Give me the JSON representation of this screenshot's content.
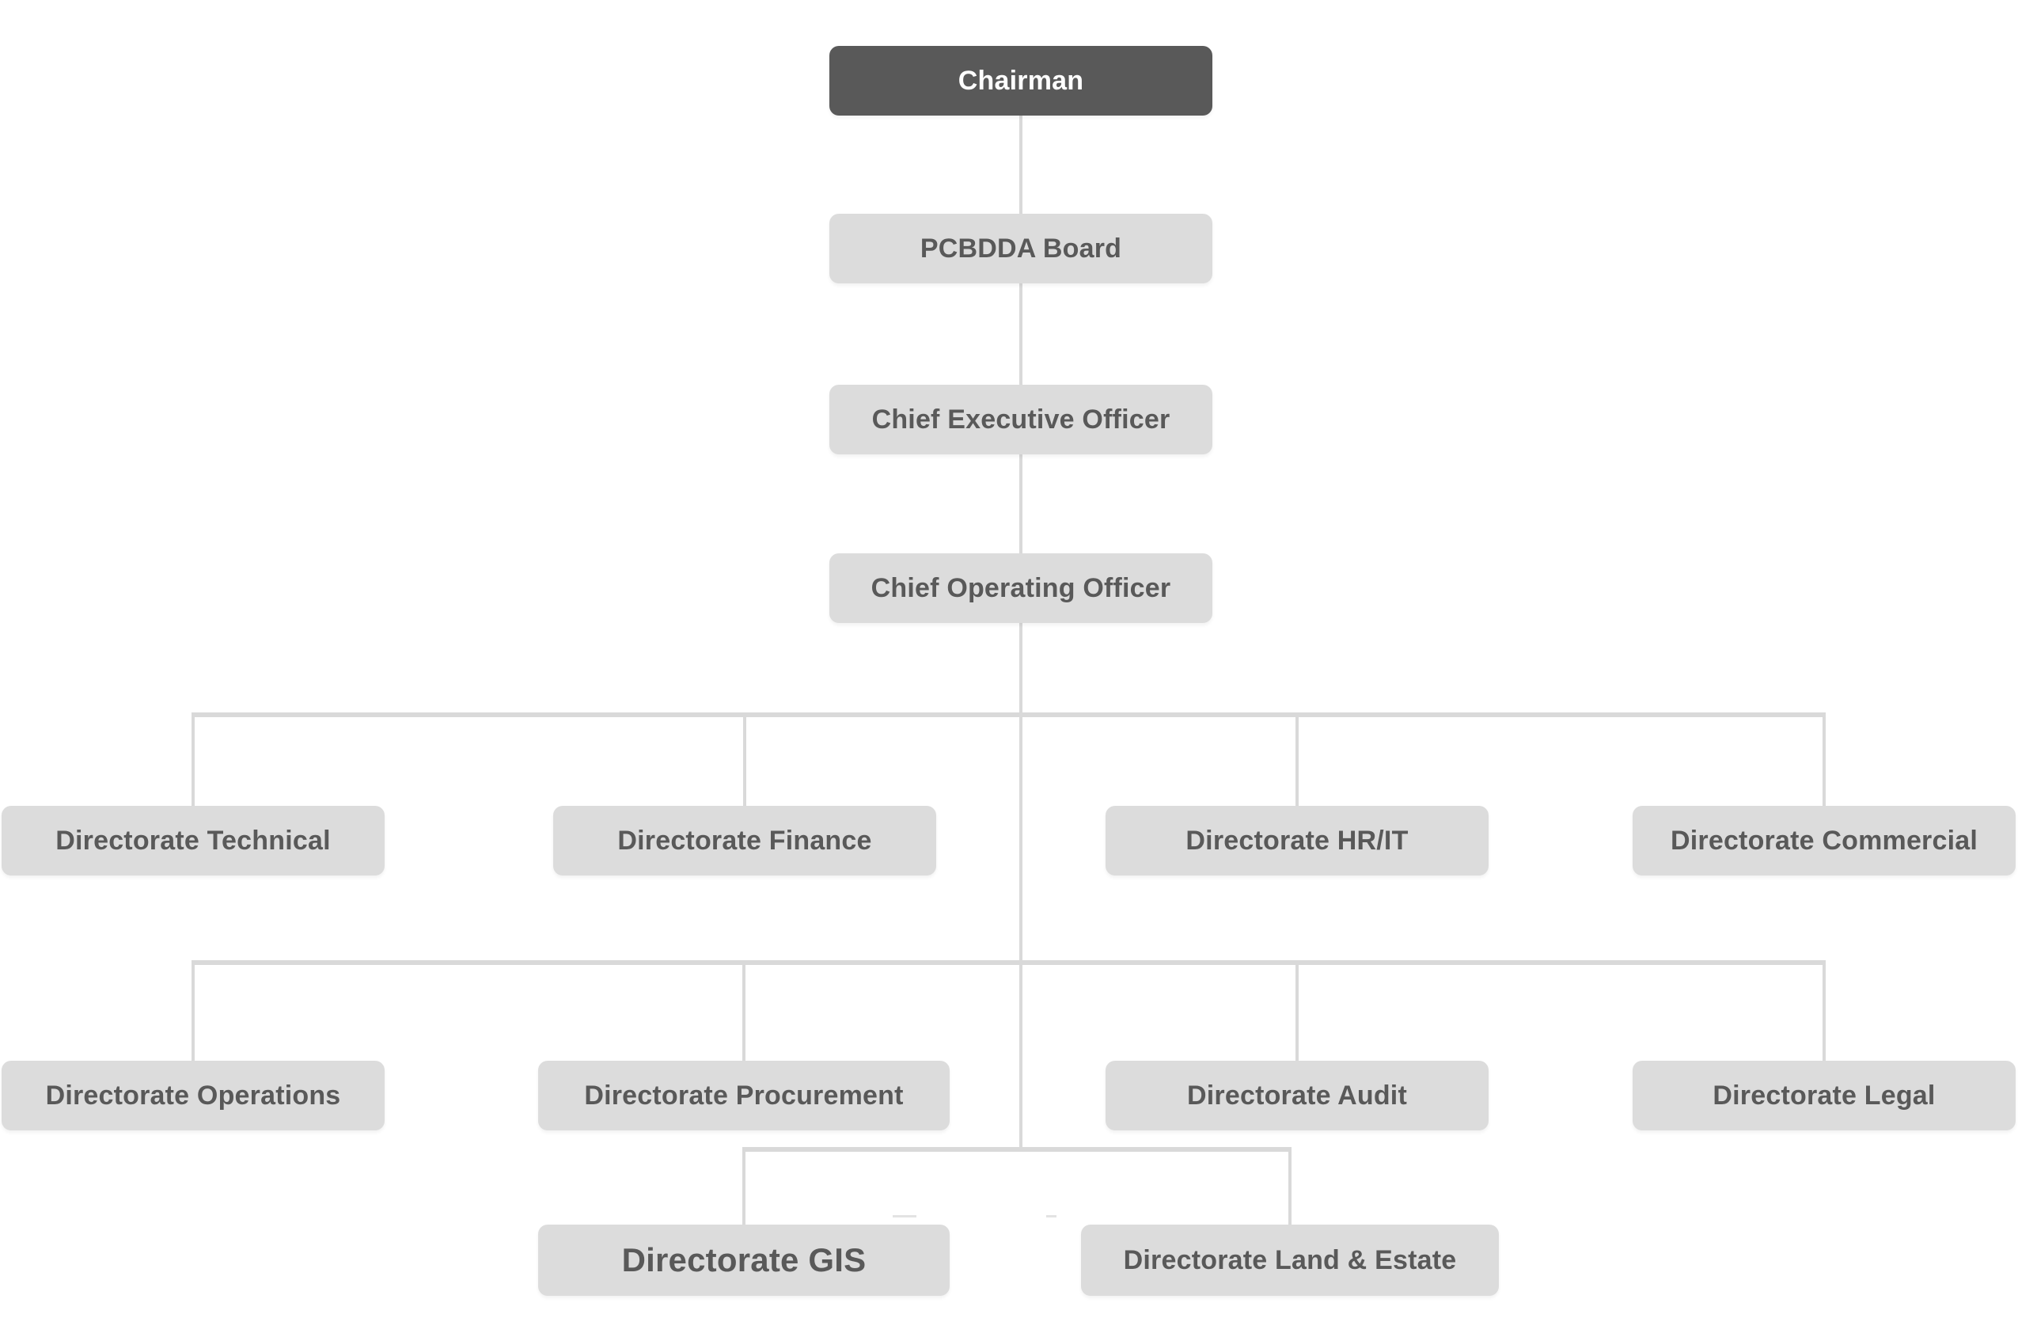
{
  "diagram_type": "org-chart",
  "colors": {
    "node_dark_bg": "#595959",
    "node_dark_text": "#ffffff",
    "node_light_bg": "#dcdcdc",
    "node_text": "#595959",
    "connector": "#d9d9d9"
  },
  "nodes": {
    "chairman": {
      "label": "Chairman"
    },
    "board": {
      "label": "PCBDDA Board"
    },
    "ceo": {
      "label": "Chief Executive Officer"
    },
    "coo": {
      "label": "Chief Operating Officer"
    },
    "row1": [
      {
        "label": "Directorate Technical"
      },
      {
        "label": "Directorate Finance"
      },
      {
        "label": "Directorate HR/IT"
      },
      {
        "label": "Directorate Commercial"
      }
    ],
    "row2": [
      {
        "label": "Directorate Operations"
      },
      {
        "label": "Directorate Procurement"
      },
      {
        "label": "Directorate Audit"
      },
      {
        "label": "Directorate Legal"
      }
    ],
    "row3": [
      {
        "label": "Directorate GIS"
      },
      {
        "label": "Directorate Land & Estate"
      }
    ]
  },
  "hierarchy": {
    "edges": [
      [
        "Chairman",
        "PCBDDA Board"
      ],
      [
        "PCBDDA Board",
        "Chief Executive Officer"
      ],
      [
        "Chief Executive Officer",
        "Chief Operating Officer"
      ],
      [
        "Chief Operating Officer",
        "Directorate Technical"
      ],
      [
        "Chief Operating Officer",
        "Directorate Finance"
      ],
      [
        "Chief Operating Officer",
        "Directorate HR/IT"
      ],
      [
        "Chief Operating Officer",
        "Directorate Commercial"
      ],
      [
        "Chief Operating Officer",
        "Directorate Operations"
      ],
      [
        "Chief Operating Officer",
        "Directorate Procurement"
      ],
      [
        "Chief Operating Officer",
        "Directorate Audit"
      ],
      [
        "Chief Operating Officer",
        "Directorate Legal"
      ],
      [
        "Chief Operating Officer",
        "Directorate GIS"
      ],
      [
        "Chief Operating Officer",
        "Directorate Land & Estate"
      ]
    ]
  }
}
